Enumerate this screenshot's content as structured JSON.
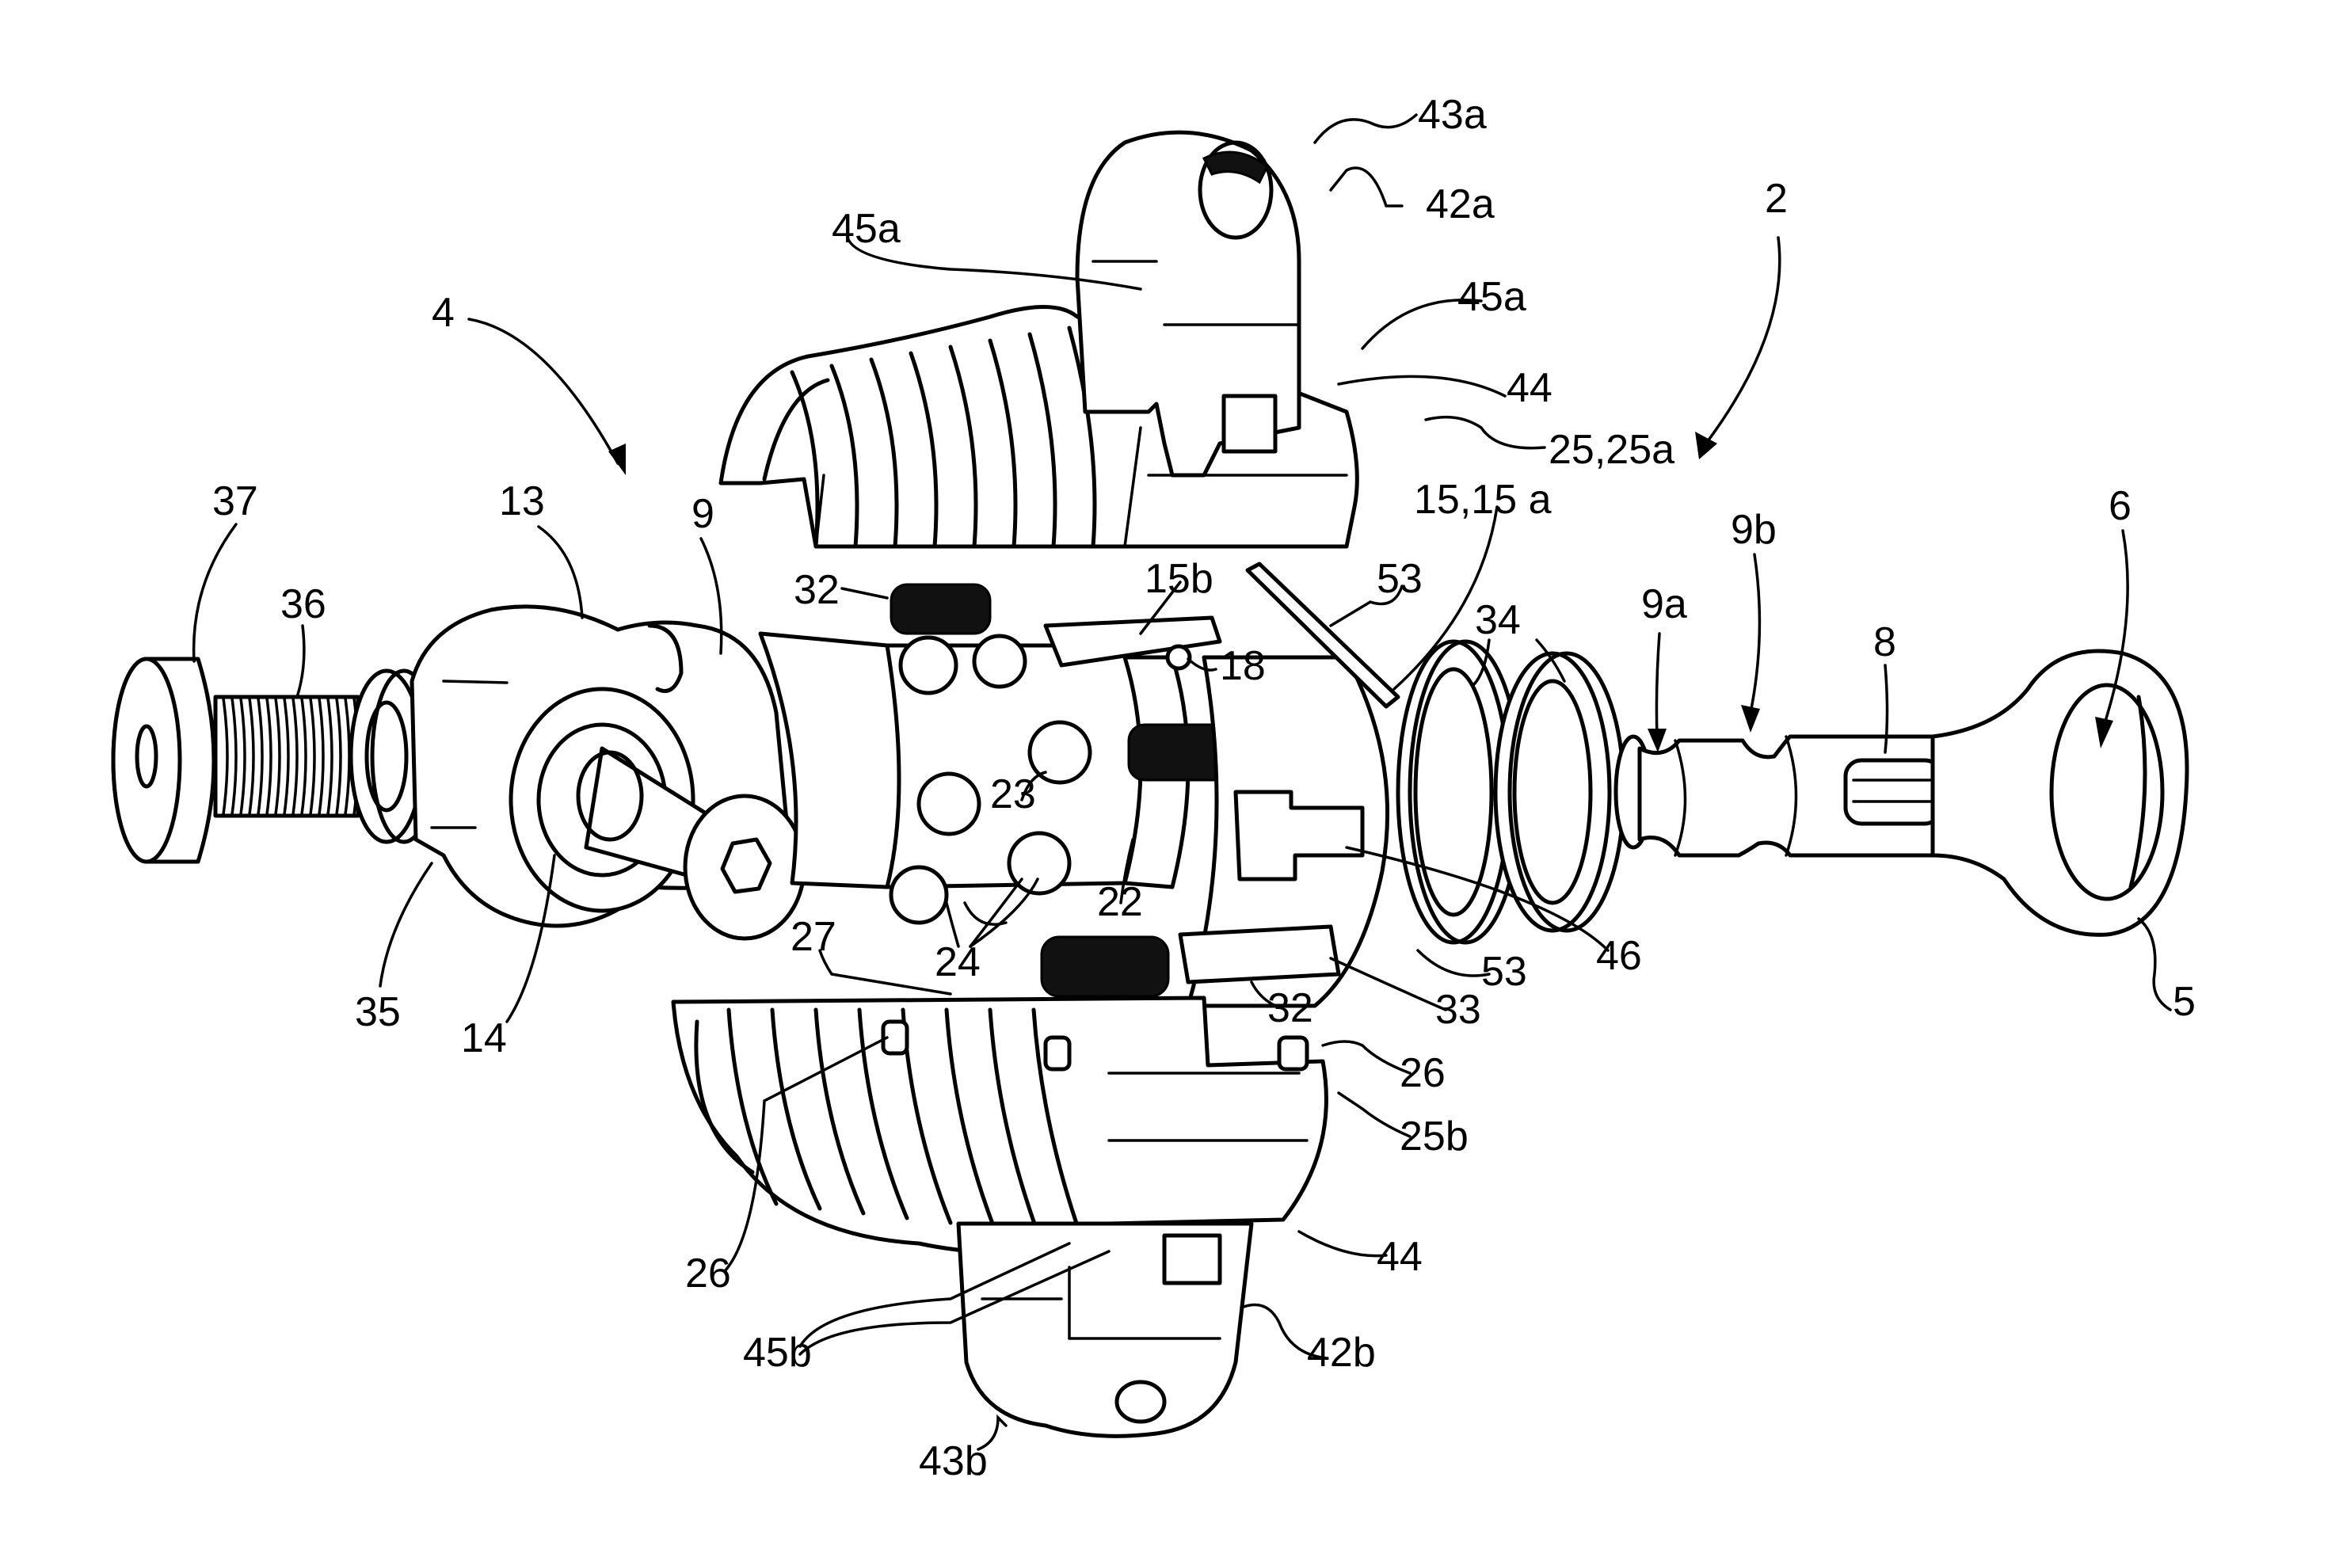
{
  "figure": {
    "type": "patent exploded-view drawing",
    "colors": {
      "ink": "#000000",
      "paper": "#ffffff"
    }
  },
  "labels": {
    "l2": "2",
    "l4": "4",
    "l5": "5",
    "l6": "6",
    "l8": "8",
    "l9": "9",
    "l9a": "9a",
    "l9b": "9b",
    "l13": "13",
    "l14": "14",
    "l15": "15,15 a",
    "l15b": "15b",
    "l18": "18",
    "l22": "22",
    "l23": "23",
    "l24": "24",
    "l25a": "25,25a",
    "l25b": "25b",
    "l26a": "26",
    "l26b": "26",
    "l27": "27",
    "l32a": "32",
    "l32b": "32",
    "l33": "33",
    "l34": "34",
    "l35": "35",
    "l36": "36",
    "l37": "37",
    "l42a": "42a",
    "l42b": "42b",
    "l43a": "43a",
    "l43b": "43b",
    "l44a": "44",
    "l44b": "44",
    "l45a1": "45a",
    "l45a2": "45a",
    "l45b": "45b",
    "l46": "46",
    "l53a": "53",
    "l53b": "53"
  }
}
